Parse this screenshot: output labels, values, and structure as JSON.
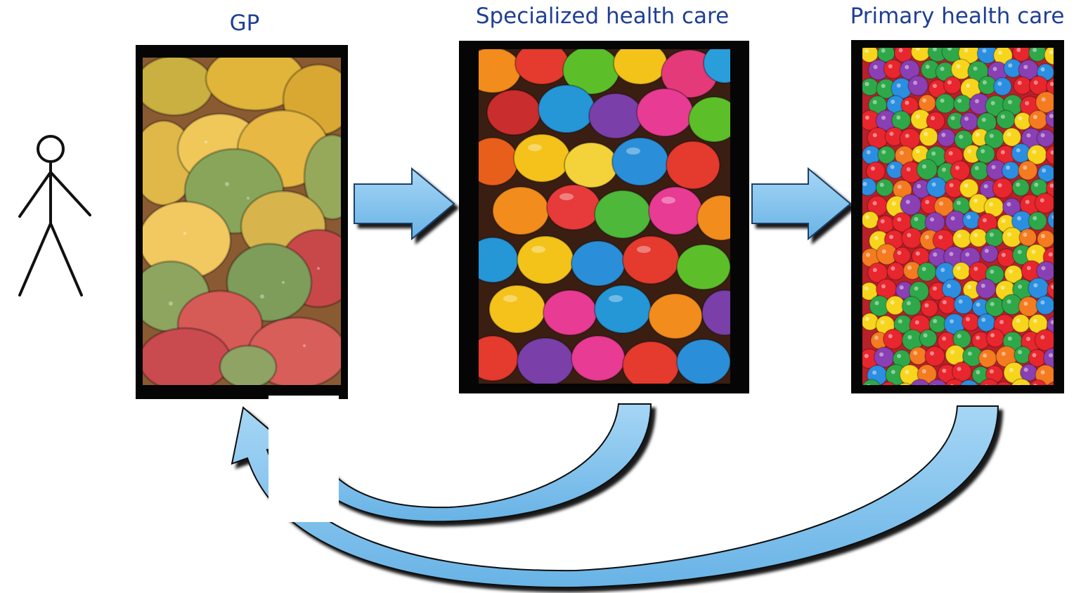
{
  "labels": {
    "gp": "GP",
    "specialized": "Specialized health care",
    "primary": "Primary health care"
  },
  "icons": {
    "person": "stick-figure-person-icon",
    "gp_image": "gumdrops-candy-photo",
    "specialized_image": "colorful-chocolate-candies-photo",
    "primary_image": "colorful-ball-pit-photo",
    "forward_arrows": "right-block-arrow-icon",
    "return_arrows": "curved-return-arrow-icon"
  },
  "colors": {
    "label_text": "#1f3f95",
    "arrow_fill": "#7fc0ec",
    "arrow_outline": "#111111",
    "frame": "#050505"
  }
}
